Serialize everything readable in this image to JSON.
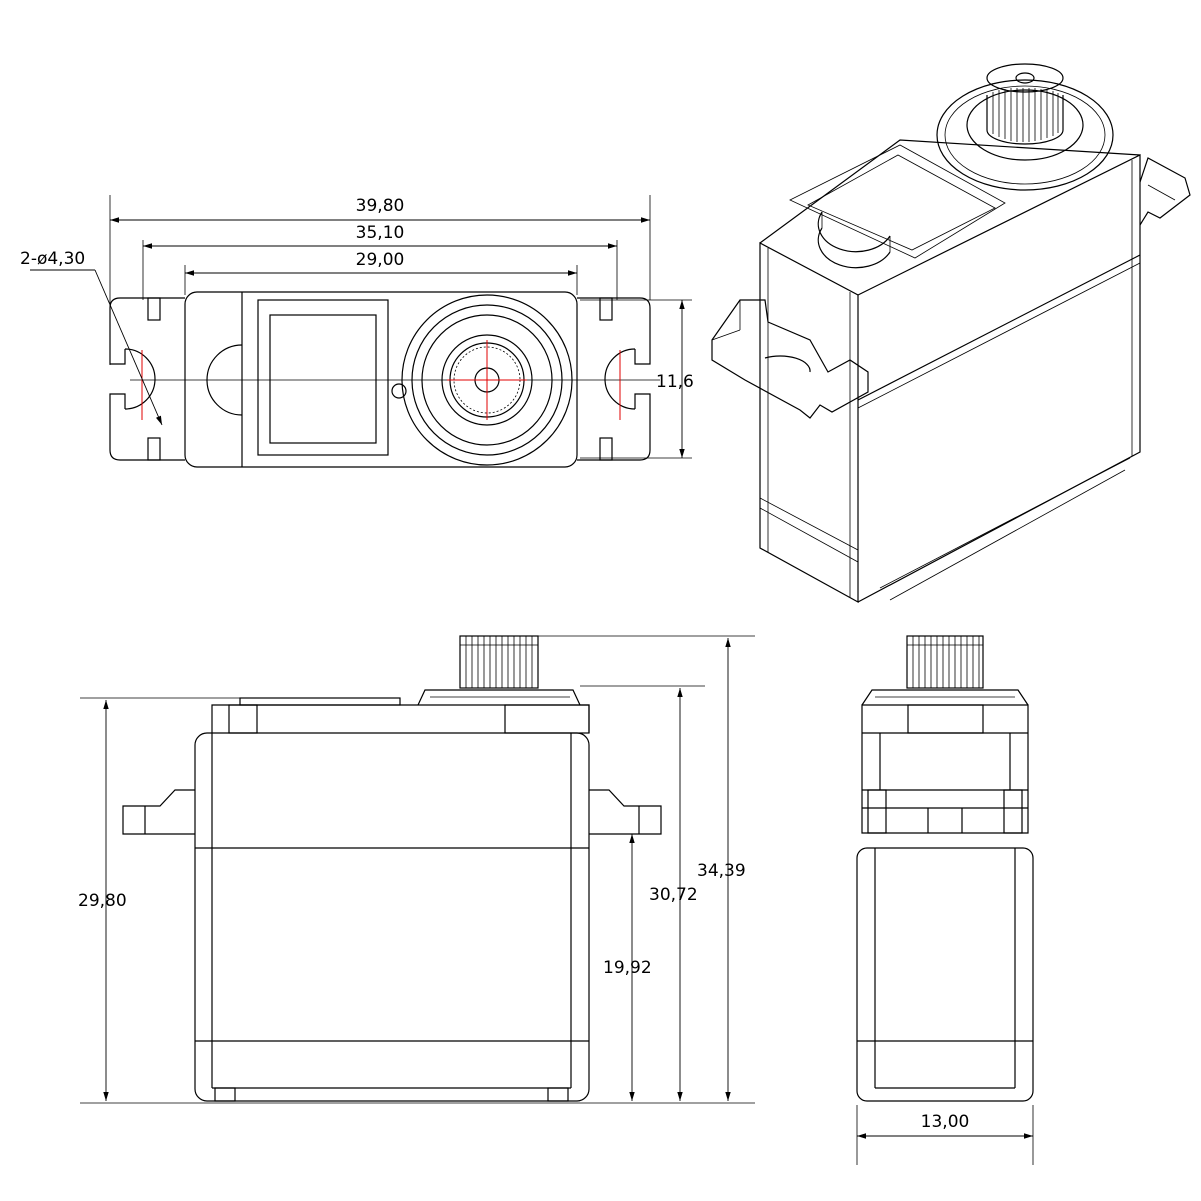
{
  "drawing": {
    "dimensions": {
      "top_overall_width": "39,80",
      "top_hole_spacing": "35,10",
      "top_body_width": "29,00",
      "hole_diameter": "2-ø4,30",
      "top_depth": "11,6",
      "front_body_height": "29,80",
      "front_flange_height": "19,92",
      "front_top_height": "30,72",
      "front_overall_height": "34,39",
      "side_width": "13,00"
    },
    "colors": {
      "line": "#000000",
      "centerline_accent": "#e00000",
      "background": "#ffffff"
    }
  }
}
